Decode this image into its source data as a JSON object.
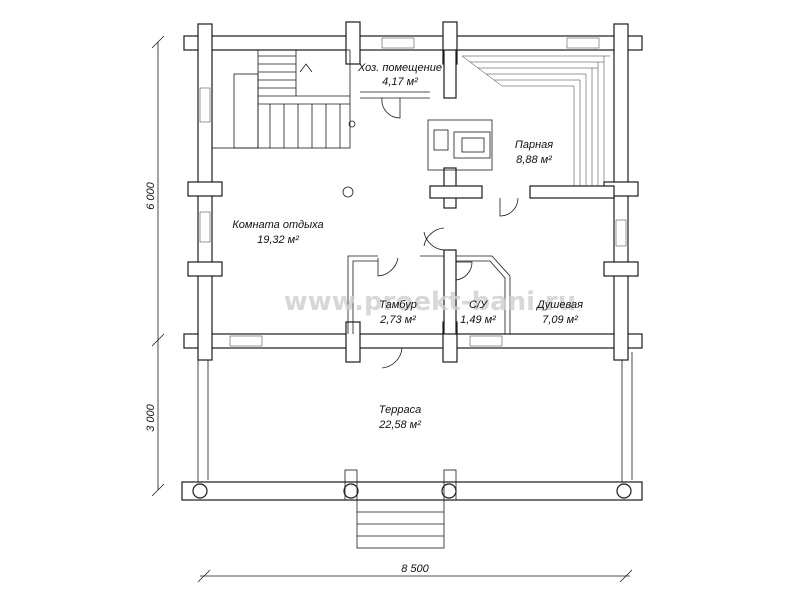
{
  "rooms": [
    {
      "name": "Хоз. помещение",
      "area": "4,17 м²"
    },
    {
      "name": "Парная",
      "area": "8,88 м²"
    },
    {
      "name": "Комната отдыха",
      "area": "19,32 м²"
    },
    {
      "name": "Тамбур",
      "area": "2,73 м²"
    },
    {
      "name": "С/У",
      "area": "1,49 м²"
    },
    {
      "name": "Душевая",
      "area": "7,09 м²"
    },
    {
      "name": "Терраса",
      "area": "22,58 м²"
    }
  ],
  "dimensions": {
    "width": "8 500",
    "depth_house": "6 000",
    "depth_terrace": "3 000"
  },
  "watermark": "www.proekt-bani.ru"
}
